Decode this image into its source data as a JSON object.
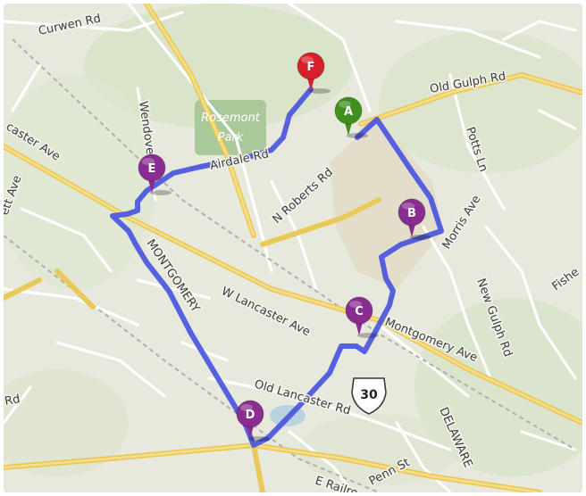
{
  "map": {
    "streets": [
      {
        "key": "curwen",
        "name": "Curwen Rd"
      },
      {
        "key": "old-gulph",
        "name": "Old Gulph Rd"
      },
      {
        "key": "potts",
        "name": "Potts Ln"
      },
      {
        "key": "wendover",
        "name": "Wendover Dr"
      },
      {
        "key": "lancaster-ave-left",
        "name": "caster Ave"
      },
      {
        "key": "ett-ave",
        "name": "ett Ave"
      },
      {
        "key": "n-roberts",
        "name": "N Roberts Rd"
      },
      {
        "key": "airdale",
        "name": "Airdale Rd"
      },
      {
        "key": "morris",
        "name": "Morris Ave"
      },
      {
        "key": "fishe",
        "name": "Fishe"
      },
      {
        "key": "new-gulph",
        "name": "New Gulph Rd"
      },
      {
        "key": "montgomery-vertical",
        "name": "MONTGOMERY"
      },
      {
        "key": "w-lancaster",
        "name": "W Lancaster Ave"
      },
      {
        "key": "montgomery-ave",
        "name": "Montgomery Ave"
      },
      {
        "key": "old-lancaster",
        "name": "Old Lancaster Rd"
      },
      {
        "key": "delaware",
        "name": "DELAWARE"
      },
      {
        "key": "penn",
        "name": "Penn St"
      },
      {
        "key": "e-railroad",
        "name": "E Railro"
      },
      {
        "key": "rd-left",
        "name": "Rd"
      }
    ],
    "park_name_line1": "Rosemont",
    "park_name_line2": "Park",
    "route_shield": "30",
    "route_color": "#4a55e0",
    "markers": [
      {
        "letter": "A",
        "color": "#3f8f1e"
      },
      {
        "letter": "B",
        "color": "#8a2d91"
      },
      {
        "letter": "C",
        "color": "#8a2d91"
      },
      {
        "letter": "D",
        "color": "#8a2d91"
      },
      {
        "letter": "E",
        "color": "#8a2d91"
      },
      {
        "letter": "F",
        "color": "#d8202a"
      }
    ]
  }
}
